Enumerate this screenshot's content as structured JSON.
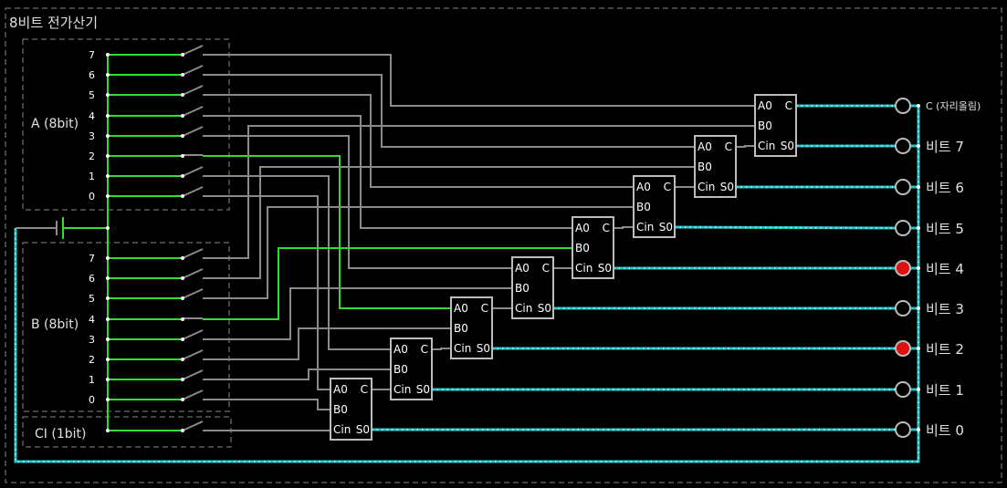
{
  "title": "8비트 전가산기",
  "groups": {
    "a": "A (8bit)",
    "b": "B (8bit)",
    "ci": "CI (1bit)"
  },
  "switch_labels": {
    "a": [
      "7",
      "6",
      "5",
      "4",
      "3",
      "2",
      "1",
      "0"
    ],
    "b": [
      "7",
      "6",
      "5",
      "4",
      "3",
      "2",
      "1",
      "0"
    ]
  },
  "switch_states": {
    "a": [
      false,
      false,
      false,
      false,
      false,
      true,
      false,
      false
    ],
    "b": [
      false,
      false,
      false,
      true,
      false,
      false,
      false,
      false
    ],
    "ci": false
  },
  "adder_pins": {
    "a": "A0",
    "b": "B0",
    "cin": "Cin",
    "c": "C",
    "s": "S0"
  },
  "outputs": [
    {
      "label": "C (자리올림)",
      "lit": false
    },
    {
      "label": "비트 7",
      "lit": false
    },
    {
      "label": "비트 6",
      "lit": false
    },
    {
      "label": "비트 5",
      "lit": false
    },
    {
      "label": "비트 4",
      "lit": true
    },
    {
      "label": "비트 3",
      "lit": false
    },
    {
      "label": "비트 2",
      "lit": true
    },
    {
      "label": "비트 1",
      "lit": false
    },
    {
      "label": "비트 0",
      "lit": false
    }
  ],
  "colors": {
    "wire": "#8a8a8a",
    "active": "#2fdc2f",
    "bus": "#27c5c5",
    "led_on": "#e01010",
    "led_off": "#000000"
  }
}
